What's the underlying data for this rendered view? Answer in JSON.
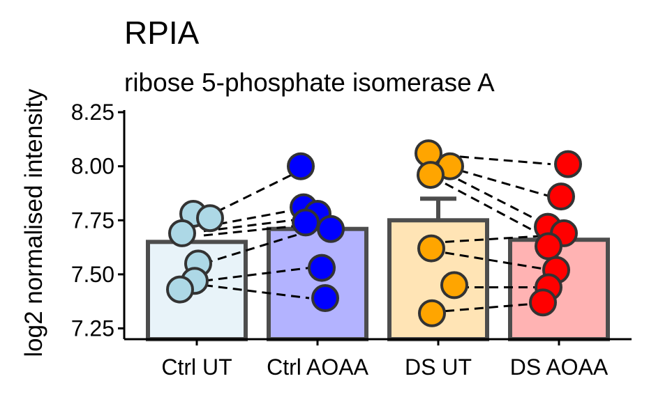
{
  "chart_data": {
    "type": "bar",
    "title": "RPIA",
    "subtitle": "ribose 5-phosphate isomerase A",
    "xlabel": "",
    "ylabel": "log2 normalised intensity",
    "ylim": [
      7.2,
      8.25
    ],
    "yticks": [
      7.25,
      7.5,
      7.75,
      8.0,
      8.25
    ],
    "ytick_labels": [
      "7.25",
      "7.50",
      "7.75",
      "8.00",
      "8.25"
    ],
    "grid": false,
    "legend": "none",
    "categories": [
      "Ctrl UT",
      "Ctrl AOAA",
      "DS UT",
      "DS AOAA"
    ],
    "values": [
      7.65,
      7.71,
      7.75,
      7.66
    ],
    "errors": [
      null,
      null,
      0.1,
      null
    ],
    "bar_colors": [
      "#e8f3f9",
      "#b3b3ff",
      "#ffe4b5",
      "#ffb3b3"
    ],
    "point_colors": [
      "#add8e6",
      "#0000ff",
      "#ffa500",
      "#ff0000"
    ],
    "points": [
      [
        7.78,
        7.76,
        7.69,
        7.55,
        7.47,
        7.43
      ],
      [
        8.0,
        7.81,
        7.78,
        7.74,
        7.71,
        7.53,
        7.39
      ],
      [
        8.06,
        8.0,
        7.96,
        7.62,
        7.45,
        7.32
      ],
      [
        8.01,
        7.86,
        7.72,
        7.69,
        7.63,
        7.52,
        7.44,
        7.37
      ]
    ],
    "paired_lines": [
      {
        "from": [
          0,
          7.76
        ],
        "to": [
          1,
          8.0
        ]
      },
      {
        "from": [
          0,
          7.72
        ],
        "to": [
          1,
          7.81
        ]
      },
      {
        "from": [
          0,
          7.7
        ],
        "to": [
          1,
          7.76
        ]
      },
      {
        "from": [
          0,
          7.68
        ],
        "to": [
          1,
          7.73
        ]
      },
      {
        "from": [
          0,
          7.55
        ],
        "to": [
          1,
          7.7
        ]
      },
      {
        "from": [
          0,
          7.47
        ],
        "to": [
          1,
          7.53
        ]
      },
      {
        "from": [
          0,
          7.45
        ],
        "to": [
          1,
          7.39
        ]
      },
      {
        "from": [
          2,
          8.05
        ],
        "to": [
          3,
          8.01
        ]
      },
      {
        "from": [
          2,
          8.0
        ],
        "to": [
          3,
          7.86
        ]
      },
      {
        "from": [
          2,
          7.97
        ],
        "to": [
          3,
          7.72
        ]
      },
      {
        "from": [
          2,
          7.92
        ],
        "to": [
          3,
          7.66
        ]
      },
      {
        "from": [
          2,
          7.65
        ],
        "to": [
          3,
          7.68
        ]
      },
      {
        "from": [
          2,
          7.6
        ],
        "to": [
          3,
          7.52
        ]
      },
      {
        "from": [
          2,
          7.44
        ],
        "to": [
          3,
          7.44
        ]
      },
      {
        "from": [
          2,
          7.33
        ],
        "to": [
          3,
          7.37
        ]
      }
    ]
  }
}
